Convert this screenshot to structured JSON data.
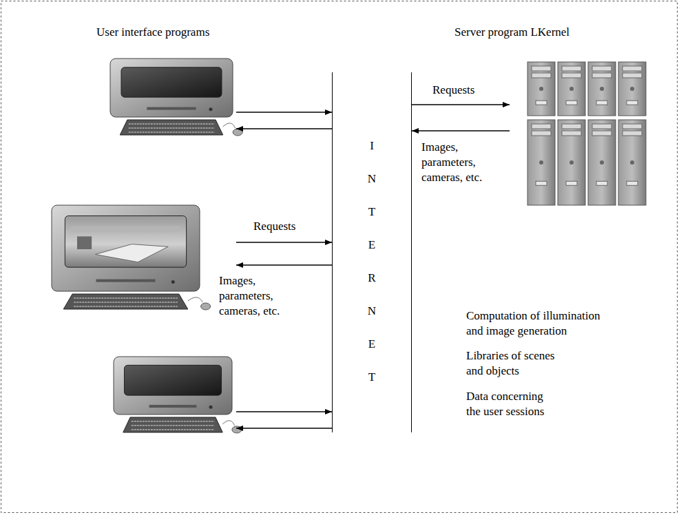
{
  "diagram": {
    "nodes": [
      {
        "text": [
          "User interface programs"
        ]
      },
      {
        "text": [
          "INTERNET"
        ]
      },
      {
        "text": [
          "Server program LKernel"
        ]
      }
    ],
    "edges": [
      {
        "from": 0,
        "to": 1,
        "arrow": "to"
      },
      {
        "from": 1,
        "to": 0,
        "arrow": "to"
      },
      {
        "from": 0,
        "to": 1,
        "arrow": "to",
        "label": "Requests"
      },
      {
        "from": 1,
        "to": 0,
        "arrow": "to",
        "label": "Images, parameters, cameras, etc."
      },
      {
        "from": 0,
        "to": 1,
        "arrow": "to"
      },
      {
        "from": 1,
        "to": 0,
        "arrow": "to"
      },
      {
        "from": 1,
        "to": 2,
        "arrow": "to",
        "label": "Requests"
      },
      {
        "from": 2,
        "to": 1,
        "arrow": "to",
        "label": "Images, parameters, cameras, etc."
      }
    ],
    "labels": [
      "Computation of illumination and image generation",
      "Libraries of scenes and objects",
      "Data concerning the user sessions"
    ]
  }
}
